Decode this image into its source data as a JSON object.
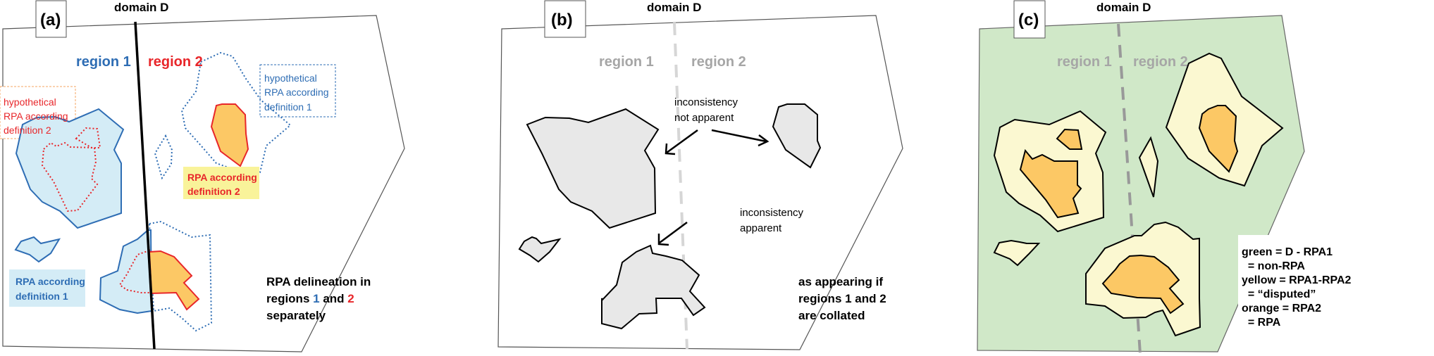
{
  "colors": {
    "blue": "#2e6db4",
    "red": "#e8262a",
    "light_blue_fill": "#d4ecf6",
    "orange_fill": "#fcc865",
    "yellow_fill": "#fbf8d1",
    "yellow_label": "#f9f39a",
    "green_fill": "#d0e8c8",
    "gray_fill": "#e8e8e8",
    "gray_text": "#a6a6a6",
    "dashed_gray": "#999999"
  },
  "panels": [
    {
      "id": "a",
      "label": "(a)",
      "domain_title": "domain D",
      "region1": "region 1",
      "region2": "region 2",
      "hyp_def2": [
        "hypothetical",
        "RPA according",
        "definition 2"
      ],
      "hyp_def1": [
        "hypothetical",
        "RPA according",
        "definition 1"
      ],
      "rpa_def2": [
        "RPA according",
        "definition 2"
      ],
      "rpa_def1": [
        "RPA according",
        "definition 1"
      ],
      "caption": {
        "line1": "RPA delineation in",
        "line2_pre": "regions ",
        "line2_n1": "1",
        "line2_mid": " and ",
        "line2_n2": "2",
        "line3": "separately"
      }
    },
    {
      "id": "b",
      "label": "(b)",
      "domain_title": "domain D",
      "region1": "region 1",
      "region2": "region 2",
      "note_not_apparent": [
        "inconsistency",
        "not apparent"
      ],
      "note_apparent": [
        "inconsistency",
        "apparent"
      ],
      "caption": [
        "as appearing if",
        "regions 1 and 2",
        "are collated"
      ]
    },
    {
      "id": "c",
      "label": "(c)",
      "domain_title": "domain D",
      "region1": "region 1",
      "region2": "region 2",
      "legend": [
        "green = D - RPA1",
        "  = non-RPA",
        "yellow = RPA1-RPA2",
        "  = “disputed”",
        "orange = RPA2",
        "  = RPA"
      ]
    }
  ]
}
